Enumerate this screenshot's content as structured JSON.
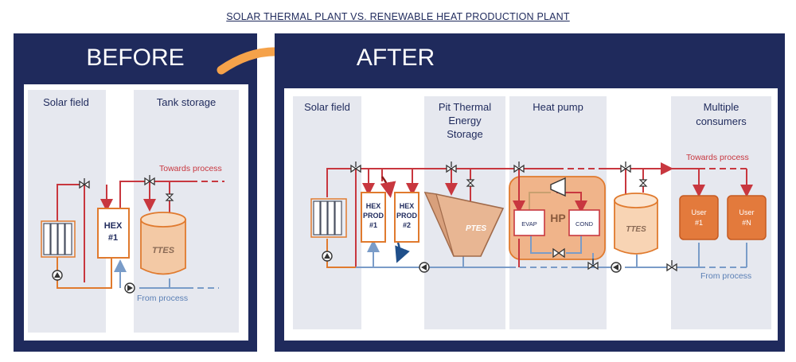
{
  "page_title": "SOLAR THERMAL PLANT VS. RENEWABLE HEAT PRODUCTION PLANT",
  "before": {
    "heading": "BEFORE",
    "zones": {
      "solar_field": "Solar field",
      "tank_storage": "Tank storage"
    },
    "hex": {
      "line1": "HEX",
      "line2": "#1"
    },
    "ttes": "TTES",
    "towards_process": "Towards process",
    "from_process": "From process"
  },
  "after": {
    "heading": "AFTER",
    "zones": {
      "solar_field": "Solar field",
      "pit_line1": "Pit Thermal",
      "pit_line2": "Energy",
      "pit_line3": "Storage",
      "heat_pump": "Heat pump",
      "consumers_line1": "Multiple",
      "consumers_line2": "consumers"
    },
    "hex1": {
      "line1": "HEX",
      "line2": "PROD",
      "line3": "#1"
    },
    "hex2": {
      "line1": "HEX",
      "line2": "PROD",
      "line3": "#2"
    },
    "ptes": "PTES",
    "hp": "HP",
    "evap": "EVAP",
    "cond": "COND",
    "ttes": "TTES",
    "user1": {
      "line1": "User",
      "line2": "#1"
    },
    "userN": {
      "line1": "User",
      "line2": "#N"
    },
    "towards_process": "Towards process",
    "from_process": "From process"
  },
  "colors": {
    "navy": "#1f2a5c",
    "zone": "#e6e8ef",
    "hot": "#c8373f",
    "cold": "#7a9cc8",
    "orange": "#e07a2e",
    "tank_fill": "#f3c9a5",
    "user_fill": "#e37a3c",
    "hp_fill": "#f0b48a",
    "arrow": "#f5a24a"
  }
}
